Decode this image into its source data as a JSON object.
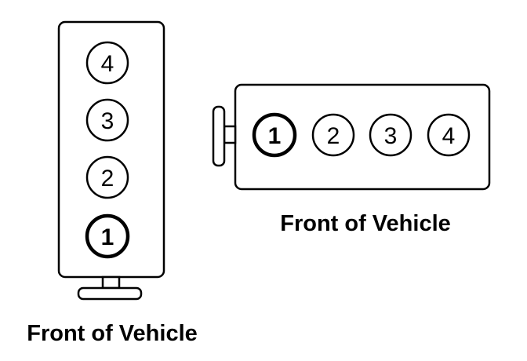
{
  "diagram": {
    "left_engine": {
      "cylinders": [
        "4",
        "3",
        "2",
        "1"
      ],
      "highlighted": "1",
      "caption": "Front of Vehicle"
    },
    "right_engine": {
      "cylinders": [
        "1",
        "2",
        "3",
        "4"
      ],
      "highlighted": "1",
      "caption": "Front of Vehicle"
    },
    "colors": {
      "stroke": "#000000",
      "fill": "#ffffff"
    }
  }
}
